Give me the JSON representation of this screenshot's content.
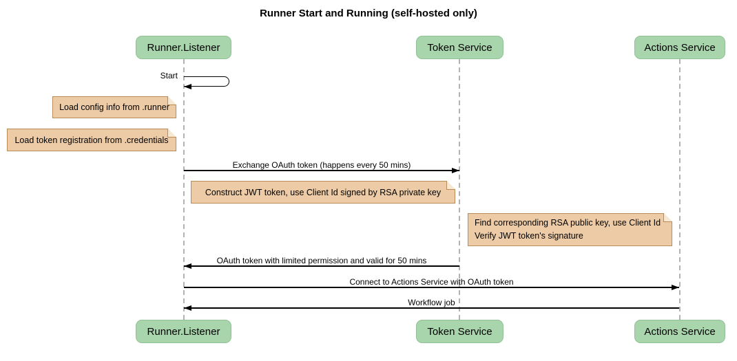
{
  "title": "Runner Start and Running (self-hosted only)",
  "diagram_type": "sequence",
  "actors": [
    {
      "name": "Runner.Listener"
    },
    {
      "name": "Token Service"
    },
    {
      "name": "Actions Service"
    }
  ],
  "messages": [
    {
      "label": "Start",
      "from": "Runner.Listener",
      "to": "Runner.Listener",
      "kind": "self"
    },
    {
      "label": "Exchange OAuth token (happens every 50 mins)",
      "from": "Runner.Listener",
      "to": "Token Service",
      "kind": "solid-arrow"
    },
    {
      "label": "OAuth token with limited permission and valid for 50 mins",
      "from": "Token Service",
      "to": "Runner.Listener",
      "kind": "solid-arrow"
    },
    {
      "label": "Connect to Actions Service with OAuth token",
      "from": "Runner.Listener",
      "to": "Actions Service",
      "kind": "solid-arrow"
    },
    {
      "label": "Workflow job",
      "from": "Actions Service",
      "to": "Runner.Listener",
      "kind": "solid-arrow"
    }
  ],
  "notes": [
    {
      "lines": [
        "Load config info from .runner"
      ],
      "placement": "left of Runner.Listener"
    },
    {
      "lines": [
        "Load token registration from .credentials"
      ],
      "placement": "left of Runner.Listener"
    },
    {
      "lines": [
        "Construct JWT token, use Client Id signed by RSA private key"
      ],
      "placement": "over Runner.Listener and Token Service"
    },
    {
      "lines": [
        "Find corresponding RSA public key, use Client Id",
        "Verify JWT token's signature"
      ],
      "placement": "left of Actions Service"
    }
  ],
  "colors": {
    "background": "#ffffff",
    "actor_fill": "#a8d5ac",
    "actor_border": "#8fc194",
    "note_fill": "#eccba6",
    "note_border": "#b98b56",
    "note_fold": "#f7e8d3",
    "lifeline": "#b3b3b3",
    "arrow": "#000000",
    "text": "#000000"
  }
}
